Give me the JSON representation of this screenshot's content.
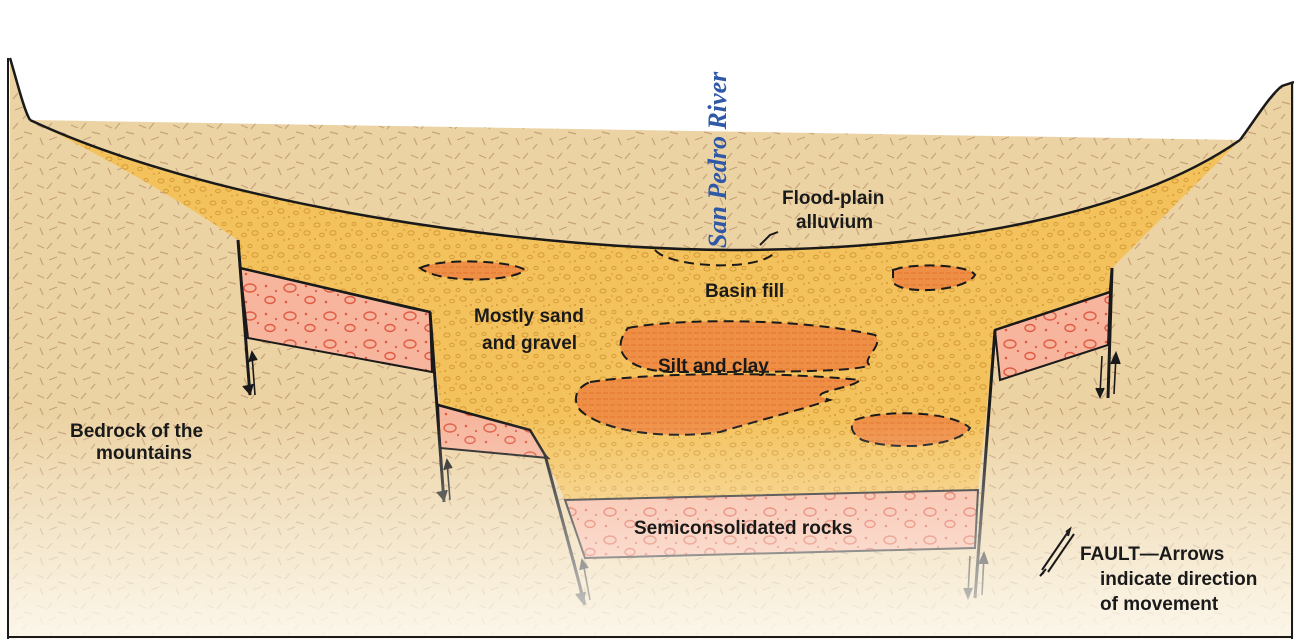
{
  "labels": {
    "river": "San Pedro River",
    "floodplain_line1": "Flood-plain",
    "floodplain_line2": "alluvium",
    "basin_fill": "Basin fill",
    "sand_line1": "Mostly sand",
    "sand_line2": "and gravel",
    "silt": "Silt and clay",
    "bedrock_line1": "Bedrock of the",
    "bedrock_line2": "mountains",
    "semiconsolidated": "Semiconsolidated rocks",
    "legend_line1": "FAULT—Arrows",
    "legend_line2": "indicate direction",
    "legend_line3": "of movement"
  },
  "colors": {
    "bedrock": "#ecd3a4",
    "basin_fill": "#f3c25c",
    "semiconsolidated": "#f6b59c",
    "clay_lens": "#ef8f45",
    "river_text": "#2f58a7",
    "outline": "#1a1a1a"
  }
}
